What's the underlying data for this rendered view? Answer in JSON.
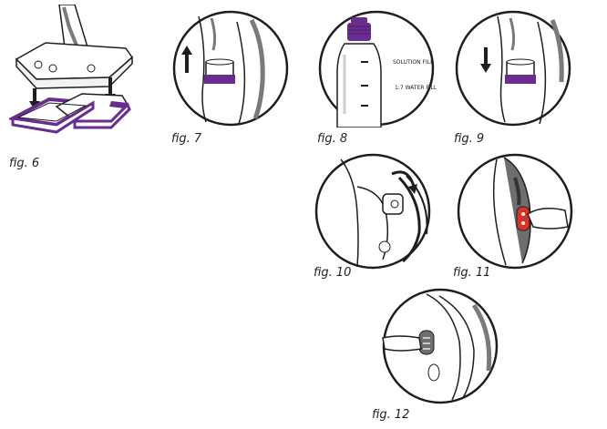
{
  "figures": {
    "fig6": {
      "caption": "fig. 6"
    },
    "fig7": {
      "caption": "fig. 7"
    },
    "fig8": {
      "caption": "fig. 8",
      "label_top": "SOLUTION FILL",
      "label_bottom": "1:7 WATER FILL"
    },
    "fig9": {
      "caption": "fig. 9"
    },
    "fig10": {
      "caption": "fig. 10"
    },
    "fig11": {
      "caption": "fig. 11"
    },
    "fig12": {
      "caption": "fig. 12"
    }
  },
  "colors": {
    "accent_purple": "#6a2c8e",
    "accent_red": "#d9322b",
    "outline": "#1e1e1e",
    "shade_gray": "#7a7a7a"
  }
}
